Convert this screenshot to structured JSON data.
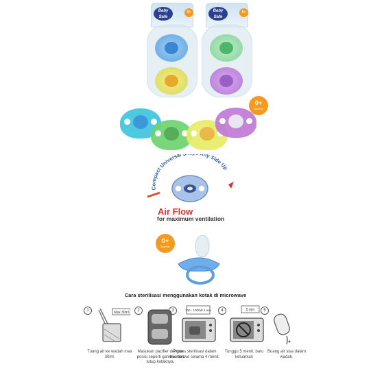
{
  "brand": {
    "logo_text": "Baby Safe"
  },
  "packages": [
    {
      "age_badge": "6+",
      "colors": [
        "#7fb6ea",
        "#e8e06a"
      ]
    },
    {
      "age_badge": "6+",
      "colors": [
        "#8fd9a8",
        "#c58be0"
      ]
    }
  ],
  "age_badge_main": {
    "value": "0+",
    "unit": "Months"
  },
  "shields": [
    {
      "color": "#3fc6de",
      "center": "#2e8fd6"
    },
    {
      "color": "#6fd36f",
      "center": "#4aa84a"
    },
    {
      "color": "#e8ec66",
      "center": "#e7b23a"
    },
    {
      "color": "#c07ad7",
      "center": "#e8e4f2"
    }
  ],
  "feature": {
    "arc_text": "Compact Universal Shape Any Side Up",
    "headline": "Air Flow",
    "subline": "for maximum ventilation"
  },
  "age_badge_2": {
    "value": "0+",
    "unit": "Months"
  },
  "steps_section": {
    "title": "Cara sterilisasi menggunakan kotak di microwave",
    "steps": [
      {
        "num": "1",
        "caption": "Tuang air ke wadah max 30ml.",
        "tag": "Max 30ml"
      },
      {
        "num": "2",
        "caption": "Masukan pacifier dengan posisi seperti gambar dan tutup kotaknya."
      },
      {
        "num": "3",
        "caption": "Proses sterilisasi dalam microwave selama 4 menit.",
        "tag": "700 - 1000W 4 min"
      },
      {
        "num": "4",
        "caption": "Tunggu 5 menit, baru keluarkan",
        "tag": "5 min"
      },
      {
        "num": "5",
        "caption": "Buang air sisa dalam wadah."
      }
    ]
  }
}
